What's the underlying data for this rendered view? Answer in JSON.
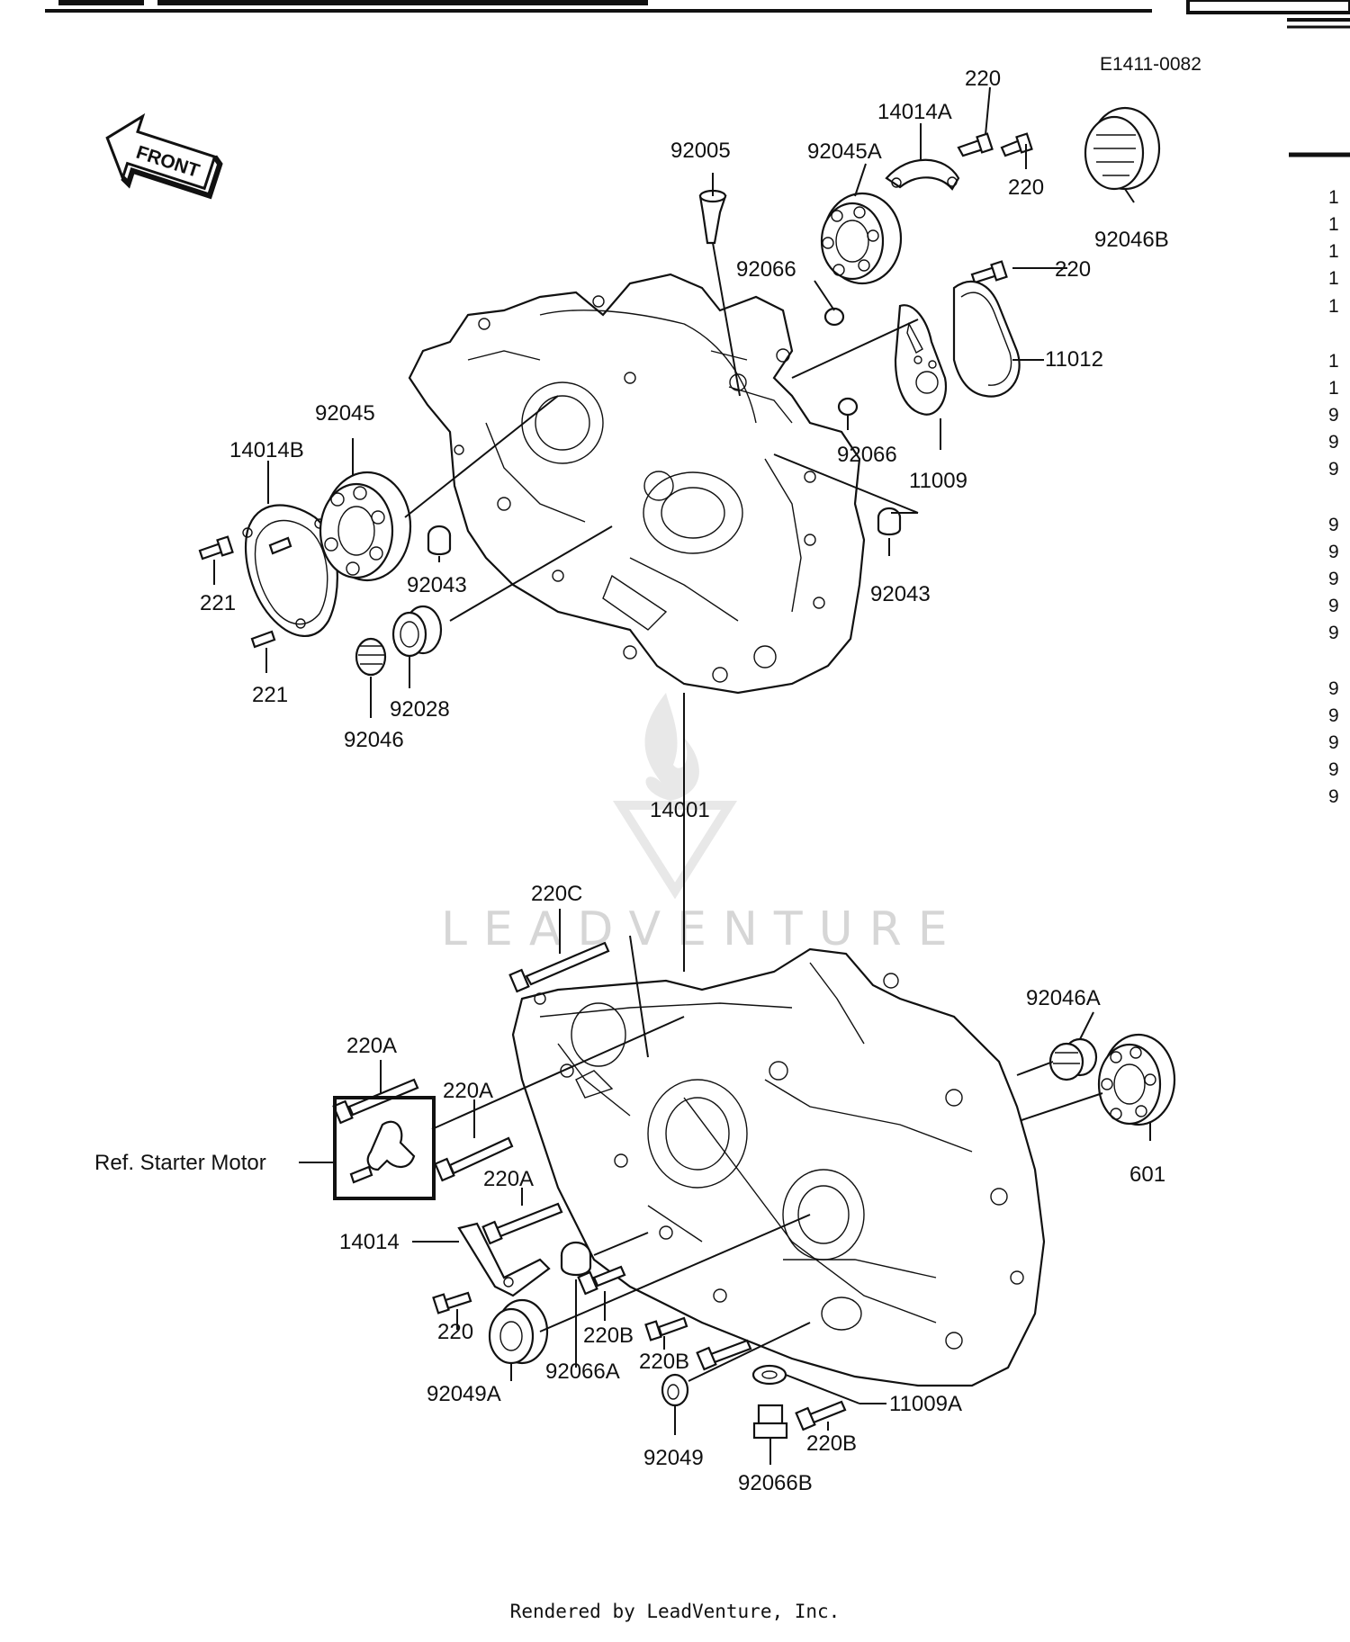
{
  "diagram_code": "E1411-0082",
  "front_label": "FRONT",
  "watermark": "LEADVENTURE",
  "footer": "Rendered by LeadVenture, Inc.",
  "ref_note": "Ref. Starter Motor",
  "right_margin_digits": [
    "1",
    "1",
    "1",
    "1",
    "1",
    "1",
    "1",
    "9",
    "9",
    "9",
    "9",
    "9",
    "9",
    "9",
    "9",
    "9",
    "9",
    "9",
    "9",
    "9"
  ],
  "labels": {
    "l220_a": "220",
    "l14014A": "14014A",
    "l92005": "92005",
    "l92045A": "92045A",
    "l220_b": "220",
    "l92046B": "92046B",
    "l92066_a": "92066",
    "l220_c": "220",
    "l11012": "11012",
    "l92045": "92045",
    "l14014B": "14014B",
    "l92066_b": "92066",
    "l11009": "11009",
    "l221_a": "221",
    "l92043_a": "92043",
    "l92043_b": "92043",
    "l221_b": "221",
    "l92028": "92028",
    "l92046": "92046",
    "l14001": "14001",
    "l220C": "220C",
    "l92046A": "92046A",
    "l220A_a": "220A",
    "l220A_b": "220A",
    "l601": "601",
    "l220A_c": "220A",
    "l14014": "14014",
    "l220_d": "220",
    "l220B_a": "220B",
    "l220B_b": "220B",
    "l92049A": "92049A",
    "l92066A": "92066A",
    "l11009A": "11009A",
    "l92049": "92049",
    "l220B_c": "220B",
    "l92066B": "92066B"
  }
}
